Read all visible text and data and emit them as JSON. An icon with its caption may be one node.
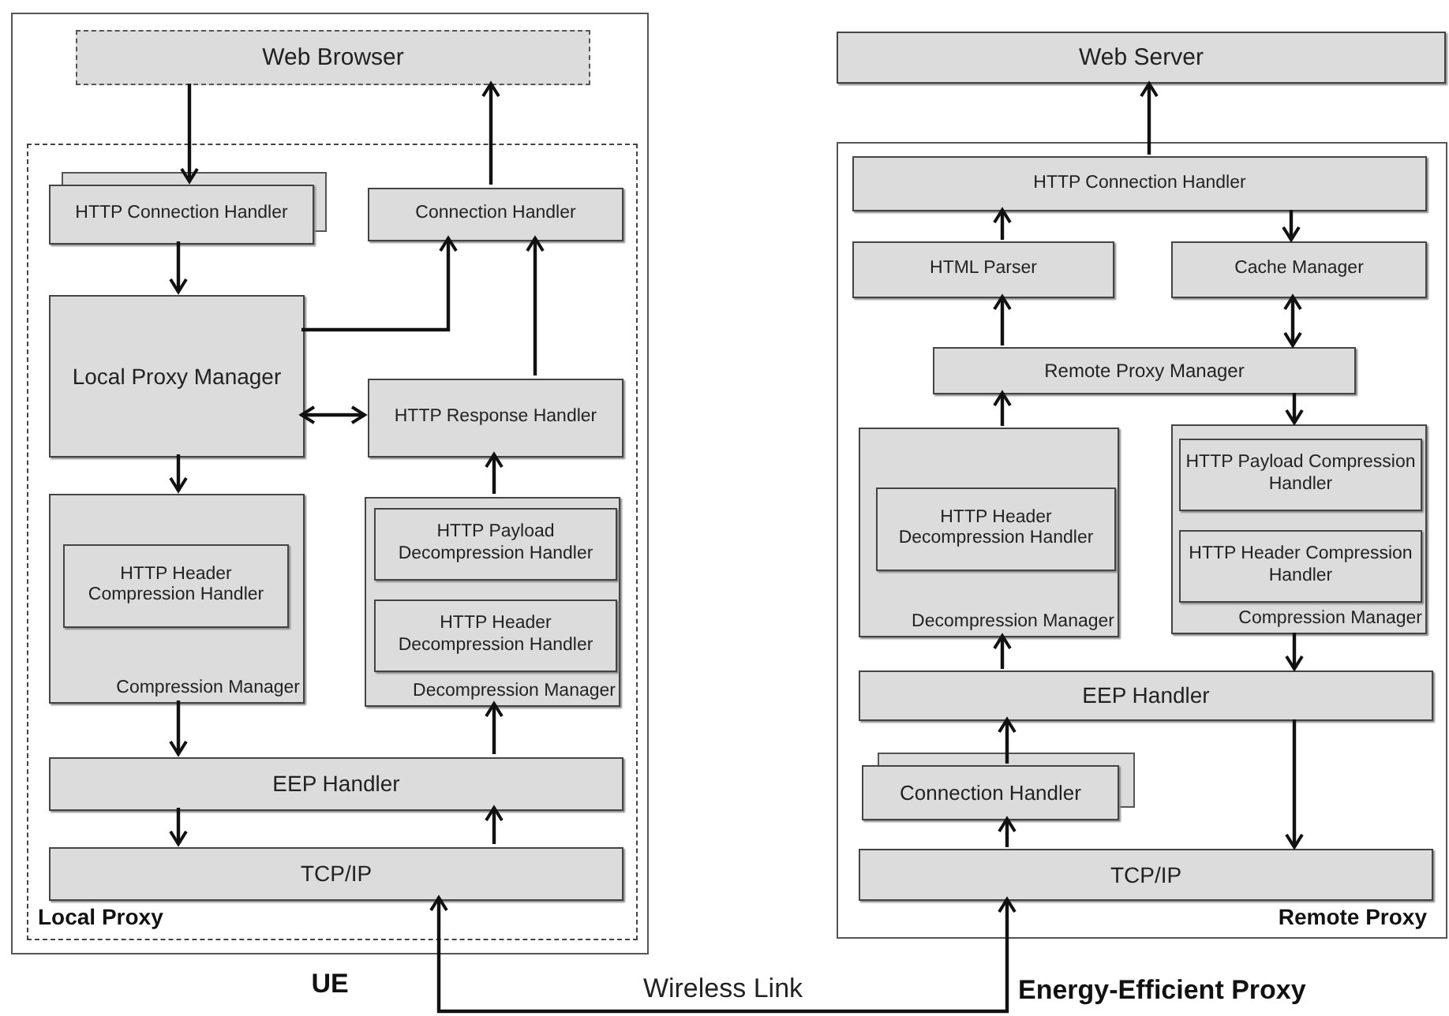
{
  "diagram": {
    "nodes": [
      {
        "text": [
          "UE"
        ]
      },
      {
        "text": [
          "Web Browser"
        ],
        "in": 0
      },
      {
        "text": [
          "Local Proxy"
        ],
        "in": 0
      },
      {
        "text": [
          "HTTP Connection Handler"
        ],
        "in": 2
      },
      {
        "text": [
          "Connection Handler"
        ],
        "in": 2
      },
      {
        "text": [
          "Local Proxy Manager"
        ],
        "in": 2
      },
      {
        "text": [
          "HTTP Response Handler"
        ],
        "in": 2
      },
      {
        "text": [
          "Compression Manager"
        ],
        "in": 2
      },
      {
        "text": [
          "HTTP Header Compression Handler"
        ],
        "in": 7
      },
      {
        "text": [
          "Decompression Manager"
        ],
        "in": 2
      },
      {
        "text": [
          "HTTP Payload Decompression Handler"
        ],
        "in": 9
      },
      {
        "text": [
          "HTTP Header Decompression Handler"
        ],
        "in": 9
      },
      {
        "text": [
          "EEP Handler"
        ],
        "in": 2
      },
      {
        "text": [
          "TCP/IP"
        ],
        "in": 2
      },
      {
        "text": [
          "Web Server"
        ]
      },
      {
        "text": [
          "Remote Proxy"
        ]
      },
      {
        "text": [
          "HTTP Connection Handler"
        ],
        "in": 15
      },
      {
        "text": [
          "HTML Parser"
        ],
        "in": 15
      },
      {
        "text": [
          "Cache Manager"
        ],
        "in": 15
      },
      {
        "text": [
          "Remote Proxy Manager"
        ],
        "in": 15
      },
      {
        "text": [
          "Decompression Manager"
        ],
        "in": 15
      },
      {
        "text": [
          "HTTP Header Decompression Handler"
        ],
        "in": 20
      },
      {
        "text": [
          "Compression Manager"
        ],
        "in": 15
      },
      {
        "text": [
          "HTTP Payload Compression Handler"
        ],
        "in": 22
      },
      {
        "text": [
          "HTTP Header Compression Handler"
        ],
        "in": 22
      },
      {
        "text": [
          "EEP Handler"
        ],
        "in": 15
      },
      {
        "text": [
          "Connection Handler"
        ],
        "in": 15
      },
      {
        "text": [
          "TCP/IP"
        ],
        "in": 15
      }
    ],
    "edges": [
      {
        "from": 1,
        "to": 3,
        "arrow": "to"
      },
      {
        "from": 4,
        "to": 1,
        "arrow": "to"
      },
      {
        "from": 3,
        "to": 5,
        "arrow": "to"
      },
      {
        "from": 5,
        "to": 4,
        "arrow": "to"
      },
      {
        "from": 6,
        "to": 4,
        "arrow": "to"
      },
      {
        "from": 5,
        "to": 6,
        "arrow": "both"
      },
      {
        "from": 5,
        "to": 7,
        "arrow": "to"
      },
      {
        "from": 9,
        "to": 6,
        "arrow": "to"
      },
      {
        "from": 7,
        "to": 12,
        "arrow": "to"
      },
      {
        "from": 12,
        "to": 9,
        "arrow": "to"
      },
      {
        "from": 12,
        "to": 13,
        "arrow": "to"
      },
      {
        "from": 13,
        "to": 12,
        "arrow": "to"
      },
      {
        "from": 13,
        "to": 27,
        "arrow": "both",
        "label": "Wireless Link"
      },
      {
        "from": 16,
        "to": 14,
        "arrow": "to"
      },
      {
        "from": 17,
        "to": 16,
        "arrow": "to"
      },
      {
        "from": 16,
        "to": 18,
        "arrow": "to"
      },
      {
        "from": 19,
        "to": 17,
        "arrow": "to"
      },
      {
        "from": 18,
        "to": 19,
        "arrow": "both"
      },
      {
        "from": 19,
        "to": 22,
        "arrow": "to"
      },
      {
        "from": 20,
        "to": 19,
        "arrow": "to"
      },
      {
        "from": 22,
        "to": 25,
        "arrow": "to"
      },
      {
        "from": 25,
        "to": 20,
        "arrow": "to"
      },
      {
        "from": 26,
        "to": 25,
        "arrow": "to"
      },
      {
        "from": 27,
        "to": 26,
        "arrow": "to"
      },
      {
        "from": 25,
        "to": 27,
        "arrow": "to"
      }
    ],
    "labels": [
      "Energy-Efficient Proxy"
    ]
  }
}
